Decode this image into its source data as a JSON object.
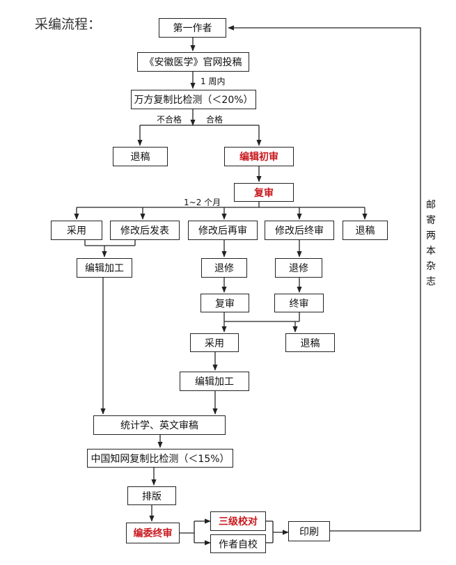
{
  "title": "采编流程：",
  "boxes": {
    "first_author": "第一作者",
    "submit": "《安徽医学》官网投稿",
    "wanfang_check": "万方复制比检测（＜20%）",
    "reject_1": "退稿",
    "initial_review": "编辑初审",
    "second_review": "复审",
    "accept_1": "采用",
    "revise_publish": "修改后发表",
    "revise_rereview": "修改后再审",
    "revise_final": "修改后终审",
    "reject_2": "退稿",
    "edit_process_1": "编辑加工",
    "return_revise_1": "退修",
    "return_revise_2": "退修",
    "re_review": "复审",
    "final_review": "终审",
    "accept_2": "采用",
    "reject_3": "退稿",
    "edit_process_2": "编辑加工",
    "stats_english": "统计学、英文审稿",
    "cnki_check": "中国知网复制比检测（＜15%）",
    "typeset": "排版",
    "board_final": "编委终审",
    "three_proof": "三级校对",
    "author_proof": "作者自校",
    "print": "印刷"
  },
  "labels": {
    "one_week": "1 周内",
    "unqualified": "不合格",
    "qualified": "合格",
    "one_two_months": "1~2 个月"
  },
  "side_text": "邮寄两本杂志",
  "colors": {
    "emphasis": "#c8191e",
    "line": "#222222"
  }
}
